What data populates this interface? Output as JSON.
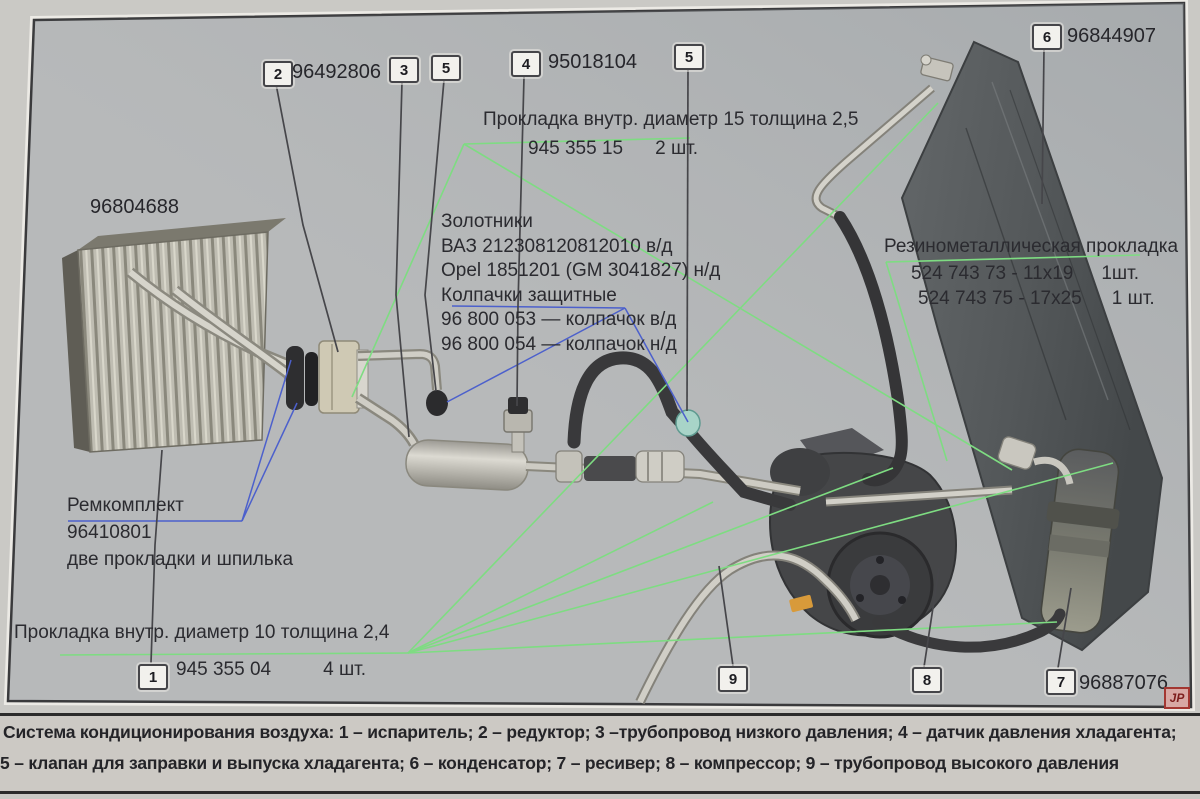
{
  "photo": {
    "parts": {
      "evaporator": "96804688",
      "reducer": "96492806",
      "sensor": "95018104",
      "condenser": "96844907",
      "receiver": "96887076"
    },
    "callouts": {
      "b1": "1",
      "b2": "2",
      "b3": "3",
      "b5a": "5",
      "b4": "4",
      "b5b": "5",
      "b6": "6",
      "b9": "9",
      "b8": "8",
      "b7": "7"
    }
  },
  "annotations": {
    "gasket15": {
      "title": "Прокладка внутр. диаметр 15 толщина 2,5",
      "part": "945 355 15",
      "qty": "2 шт."
    },
    "valves": {
      "l1": "Золотники",
      "l2": "ВАЗ 212308120812010  в/д",
      "l3": "Opel 1851201 (GM 3041827) н/д",
      "l4": "Колпачки защитные",
      "l5": "96 800 053 — колпачок в/д",
      "l6": "96 800 054 — колпачок н/д"
    },
    "rubber_metal": {
      "title": "Резинометаллическая прокладка",
      "row1_part": "524 743 73 - 11x19",
      "row1_qty": "1шт.",
      "row2_part": "524 743 75 - 17x25",
      "row2_qty": "1 шт."
    },
    "repair_kit": {
      "l1": "Ремкомплект",
      "l2": "96410801",
      "l3": "две прокладки и шпилька"
    },
    "gasket10": {
      "title": "Прокладка внутр. диаметр 10 толщина 2,4",
      "part": "945 355 04",
      "qty": "4 шт."
    }
  },
  "caption": {
    "line1": "Система кондиционирования воздуха: 1 – испаритель; 2 – редуктор; 3 –трубопровод низкого давления; 4 – датчик давления хладагента;",
    "line2": "5 – клапан для заправки и выпуска хладагента; 6 – конденсатор; 7 – ресивер; 8 – компрессор; 9 – трубопровод высокого давления"
  },
  "watermark": {
    "text": "JP"
  },
  "colors": {
    "leader_line": "#46464a",
    "annotation_green": "#7edc82",
    "annotation_blue": "#4c60cc",
    "photo_background": "#b7b9ba"
  }
}
